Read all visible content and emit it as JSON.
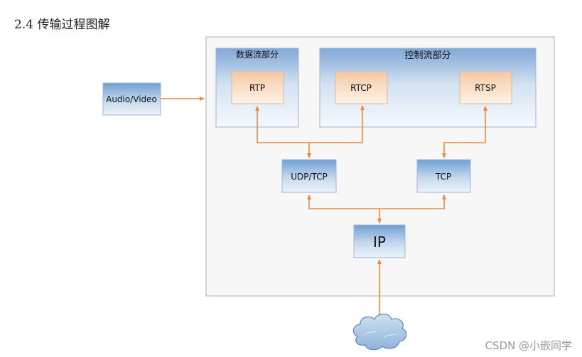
{
  "heading": "2.4 传输过程图解",
  "watermark": "CSDN @小嵌同学",
  "diagram": {
    "source_label": "Audio/Video",
    "data_stream_title": "数据流部分",
    "control_stream_title": "控制流部分",
    "rtp_label": "RTP",
    "rtcp_label": "RTCP",
    "rtsp_label": "RTSP",
    "udp_tcp_label": "UDP/TCP",
    "tcp_label": "TCP",
    "ip_label": "IP",
    "colors": {
      "arrow": "#ec8a3c",
      "panel_border": "#b0b0b0",
      "blue_top": "#6f9fd2",
      "orange_top": "#f6c9a3"
    }
  }
}
